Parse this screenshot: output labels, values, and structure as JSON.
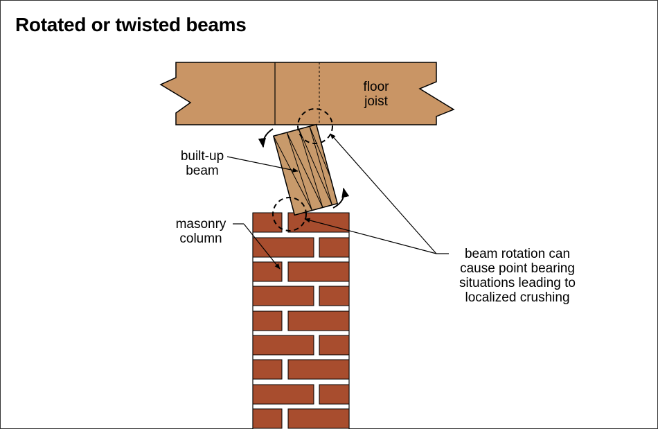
{
  "title": "Rotated or twisted beams",
  "labels": {
    "floor_joist": [
      "floor",
      "joist"
    ],
    "built_up_beam": [
      "built-up",
      "beam"
    ],
    "masonry_column": [
      "masonry",
      "column"
    ],
    "callout": [
      "beam rotation can",
      "cause point bearing",
      "situations leading to",
      "localized crushing"
    ]
  },
  "colors": {
    "wood": "#c99565",
    "beam": "#c89a6b",
    "brick": "#a84d2e",
    "mortar": "#ffffff",
    "outline": "#000000"
  }
}
